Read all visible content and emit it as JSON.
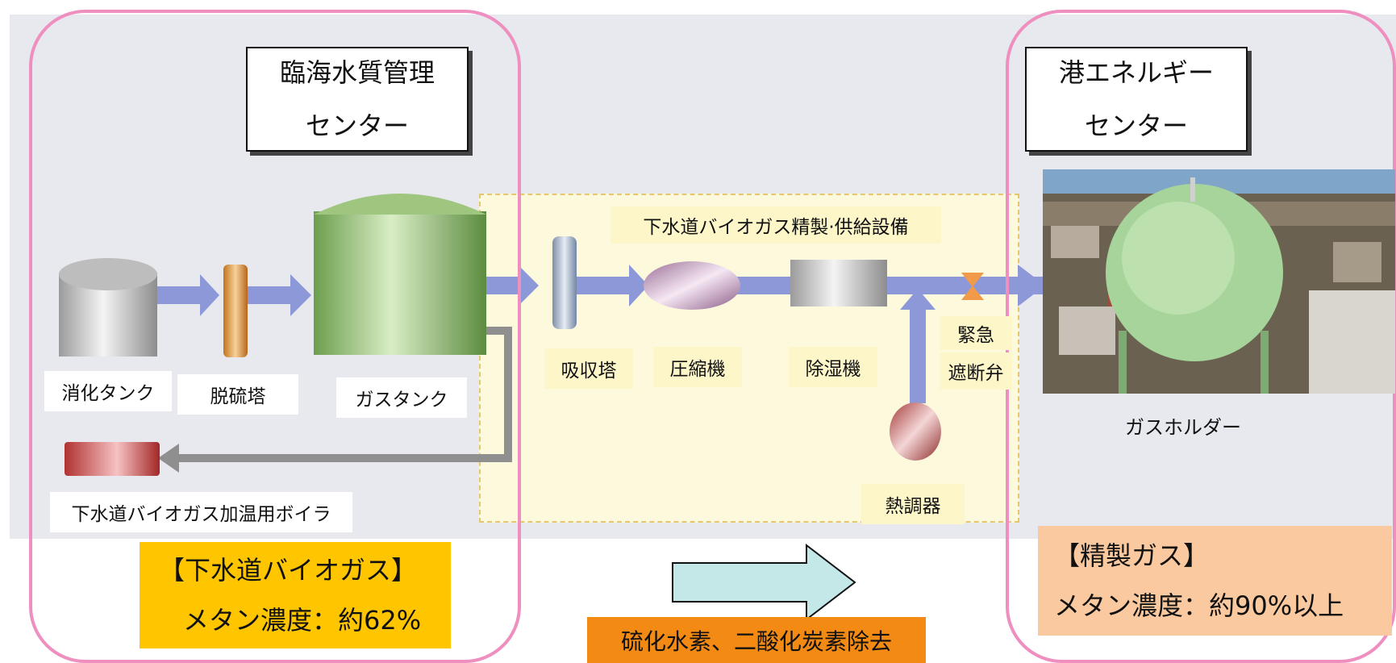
{
  "left_center": {
    "title_line1": "臨海水質管理",
    "title_line2": "センター"
  },
  "right_center": {
    "title_line1": "港エネルギー",
    "title_line2": "センター"
  },
  "equipment": {
    "digestion_tank": "消化タンク",
    "desulfurization_tower": "脱硫塔",
    "gas_tank": "ガスタンク",
    "boiler": "下水道バイオガス加温用ボイラ",
    "facility_title": "下水道バイオガス精製·供給設備",
    "absorption_tower": "吸収塔",
    "compressor": "圧縮機",
    "dehumidifier": "除湿機",
    "shutoff_valve_line1": "緊急",
    "shutoff_valve_line2": "遮断弁",
    "heat_regulator": "熱調器",
    "gas_holder": "ガスホルダー"
  },
  "biogas_box": {
    "title": "【下水道バイオガス】",
    "methane": "メタン濃度：約62%"
  },
  "refined_box": {
    "title": "【精製ガス】",
    "methane": "メタン濃度：約90%以上"
  },
  "process_label": "硫化水素、二酸化炭素除去",
  "colors": {
    "frame": "#ee8fc0",
    "arrow": "#8c98d8",
    "biogas_box": "#ffc600",
    "refined_box": "#fbc99f",
    "process_label": "#f28a14",
    "process_arrow": "#c4e7e8"
  }
}
